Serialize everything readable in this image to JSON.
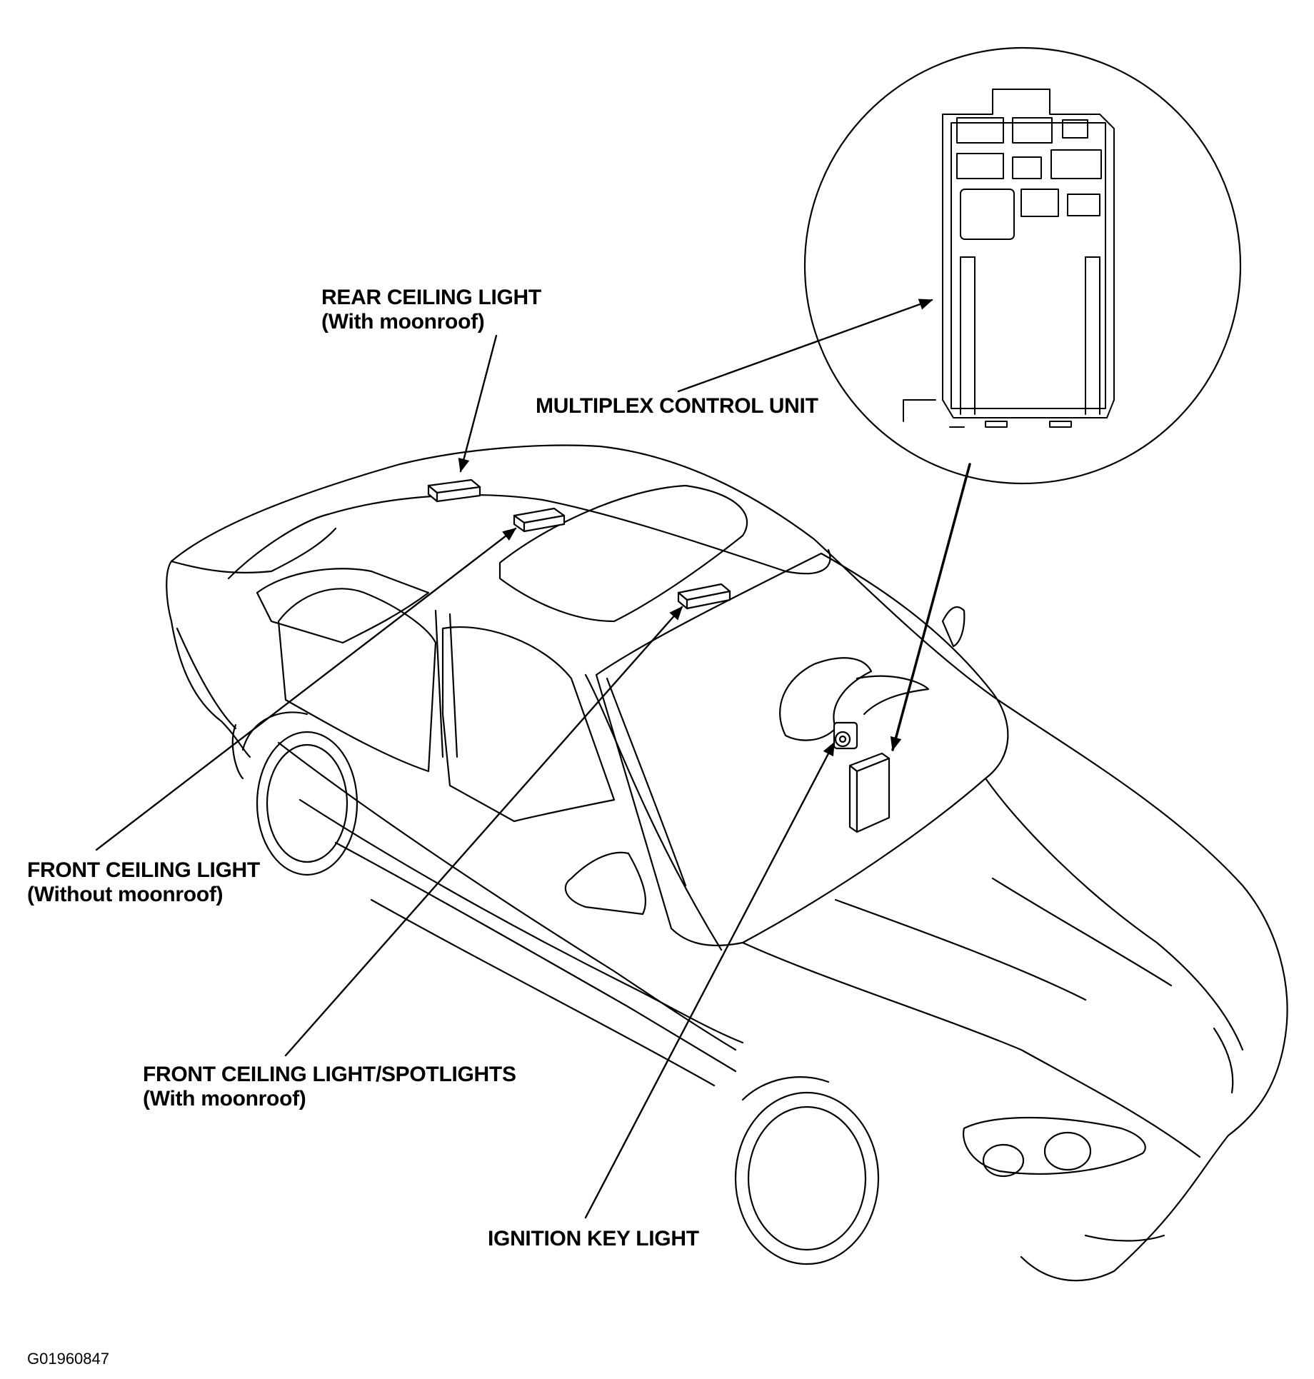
{
  "labels": {
    "rear_ceiling": {
      "line1": "REAR CEILING LIGHT",
      "line2": "(With moonroof)"
    },
    "multiplex": {
      "line1": "MULTIPLEX CONTROL UNIT"
    },
    "front_ceiling_without": {
      "line1": "FRONT CEILING LIGHT",
      "line2": "(Without moonroof)"
    },
    "front_ceiling_spot": {
      "line1": "FRONT CEILING LIGHT/SPOTLIGHTS",
      "line2": "(With moonroof)"
    },
    "ignition": {
      "line1": "IGNITION KEY LIGHT"
    }
  },
  "figure_code": "G01960847",
  "colors": {
    "line": "#000000",
    "background": "#ffffff"
  }
}
